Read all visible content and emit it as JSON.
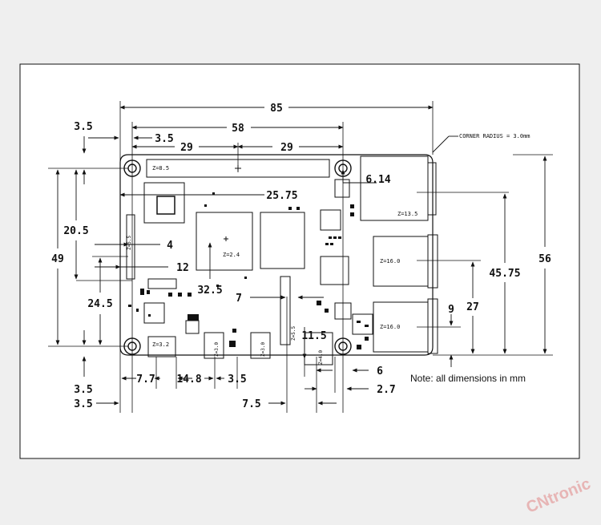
{
  "dims": {
    "overall_width": "85",
    "hole_span": "58",
    "left_offset": "3.5",
    "half_left": "29",
    "half_right": "29",
    "left_margin_top": "3.5",
    "left_49": "49",
    "left_20_5": "20.5",
    "left_24_5": "24.5",
    "left_bottom_3_5_a": "3.5",
    "left_bottom_3_5_b": "3.5",
    "right_56": "56",
    "right_45_75": "45.75",
    "right_27": "27",
    "right_9": "9",
    "soc_25_75": "25.75",
    "d_4": "4",
    "d_12": "12",
    "d_32_5": "32.5",
    "d_7": "7",
    "d_6_14": "6.14",
    "d_11_5": "11.5",
    "d_6": "6",
    "d_2_7": "2.7",
    "d_7_7": "7.7",
    "d_14_8": "14.8",
    "d_3_5_small": "3.5",
    "d_7_5": "7.5"
  },
  "labels": {
    "corner_radius": "CORNER RADIUS = 3.0mm",
    "z_8_5": "Z=8.5",
    "z_13_5": "Z=13.5",
    "z_16_0_a": "Z=16.0",
    "z_16_0_b": "Z=16.0",
    "z_2_4": "Z=2.4",
    "z_3_2": "Z=3.2",
    "z_3_0_a": "Z=3.0",
    "z_3_0_b": "Z=3.0",
    "z_5_5_a": "Z=5.5",
    "z_5_5_b": "Z=5.5",
    "z_4_0": "Z=4.0"
  },
  "note": "Note: all dimensions in mm",
  "watermark": "CNtronic"
}
